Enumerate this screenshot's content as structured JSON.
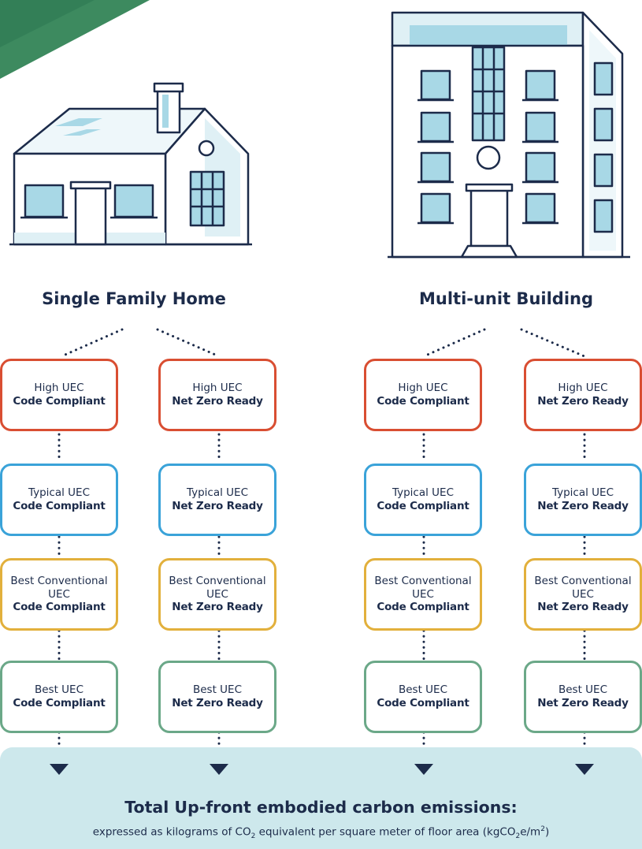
{
  "buildings": [
    {
      "title": "Single Family Home"
    },
    {
      "title": "Multi-unit Building"
    }
  ],
  "tiers": [
    "High UEC",
    "Typical  UEC",
    "Best Conventional UEC",
    "Best UEC"
  ],
  "standards": [
    "Code Compliant",
    "Net Zero Ready"
  ],
  "footer": {
    "title": "Total Up-front embodied carbon emissions:",
    "subtitle_parts": [
      "expressed as kilograms of CO",
      "2",
      " equivalent per square meter of floor area (kgCO",
      "2",
      "e/m",
      "2",
      ")"
    ]
  },
  "colors": {
    "navy": "#1c2b4a",
    "high": "#d94e32",
    "typical": "#3aa3d9",
    "best_conventional": "#e2b03c",
    "best": "#6ba888",
    "banner": "#cde8ec",
    "leaf": "#2f7a54",
    "window_fill": "#a8d8e6"
  },
  "icons": [
    "single-family-house-icon",
    "multi-unit-building-icon",
    "down-arrow-icon"
  ]
}
